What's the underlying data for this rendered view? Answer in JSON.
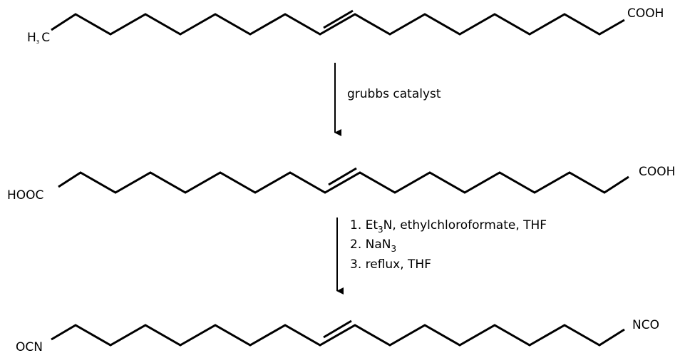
{
  "molecules": [
    {
      "left": "H",
      "left_sub": "3",
      "left_after": "C",
      "right": "COOH"
    },
    {
      "left": "HOOC",
      "right": "COOH"
    },
    {
      "left": "OCN",
      "right": "NCO"
    }
  ],
  "step1": {
    "label": "grubbs catalyst"
  },
  "step2": {
    "line1": {
      "pre": "1. Et",
      "sub": "3",
      "post": "N, ethylchloroformate, THF"
    },
    "line2": {
      "pre": "2. NaN",
      "sub": "3"
    },
    "line3": "3. reflux, THF"
  },
  "colors": {
    "ink": "#000000",
    "background": "#ffffff"
  }
}
